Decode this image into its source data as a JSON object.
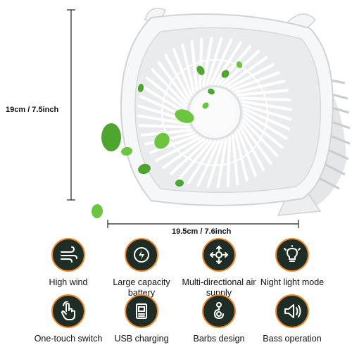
{
  "dimensions": {
    "height_label": "19cm / 7.5inch",
    "width_label": "19.5cm / 7.6inch"
  },
  "colors": {
    "badge_bg": "#1f2d27",
    "badge_ring": "#f28b2e",
    "icon_line": "#ffffff",
    "leaf_green": "#5cb338"
  },
  "features": [
    {
      "label": "High wind",
      "icon": "wind-icon"
    },
    {
      "label": "Large capacity battery",
      "icon": "battery-icon"
    },
    {
      "label": "Multi-directional air supply",
      "icon": "rotate-arrows-icon"
    },
    {
      "label": "Night light mode",
      "icon": "light-bulb-icon"
    },
    {
      "label": "One-touch switch",
      "icon": "touch-hand-icon"
    },
    {
      "label": "USB charging",
      "icon": "usb-icon"
    },
    {
      "label": "Barbs design",
      "icon": "hook-icon"
    },
    {
      "label": "Bass operation",
      "icon": "speaker-icon"
    }
  ]
}
